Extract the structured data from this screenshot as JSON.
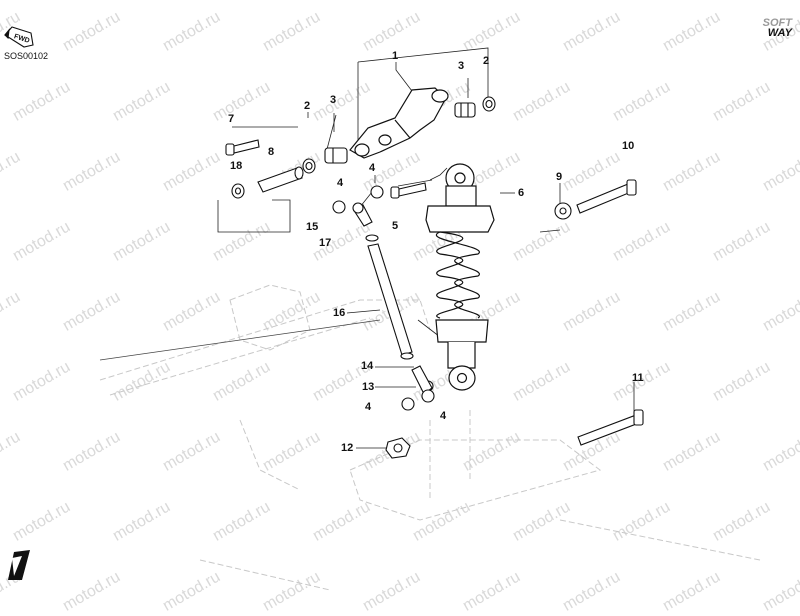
{
  "diagram": {
    "code": "SOS00102",
    "fwd_label": "FWD",
    "brand_top": "SOFT",
    "brand_bottom": "WAY",
    "watermark": "motod.ru",
    "callouts": [
      {
        "id": "c1",
        "text": "1"
      },
      {
        "id": "c2a",
        "text": "2"
      },
      {
        "id": "c2b",
        "text": "2"
      },
      {
        "id": "c3a",
        "text": "3"
      },
      {
        "id": "c3b",
        "text": "3"
      },
      {
        "id": "c4a",
        "text": "4"
      },
      {
        "id": "c4b",
        "text": "4"
      },
      {
        "id": "c4c",
        "text": "4"
      },
      {
        "id": "c4d",
        "text": "4"
      },
      {
        "id": "c5",
        "text": "5"
      },
      {
        "id": "c6",
        "text": "6"
      },
      {
        "id": "c7",
        "text": "7"
      },
      {
        "id": "c8",
        "text": "8"
      },
      {
        "id": "c9",
        "text": "9"
      },
      {
        "id": "c10",
        "text": "10"
      },
      {
        "id": "c11",
        "text": "11"
      },
      {
        "id": "c12",
        "text": "12"
      },
      {
        "id": "c13",
        "text": "13"
      },
      {
        "id": "c14",
        "text": "14"
      },
      {
        "id": "c15",
        "text": "15"
      },
      {
        "id": "c16",
        "text": "16"
      },
      {
        "id": "c17",
        "text": "17"
      },
      {
        "id": "c18",
        "text": "18"
      }
    ]
  }
}
